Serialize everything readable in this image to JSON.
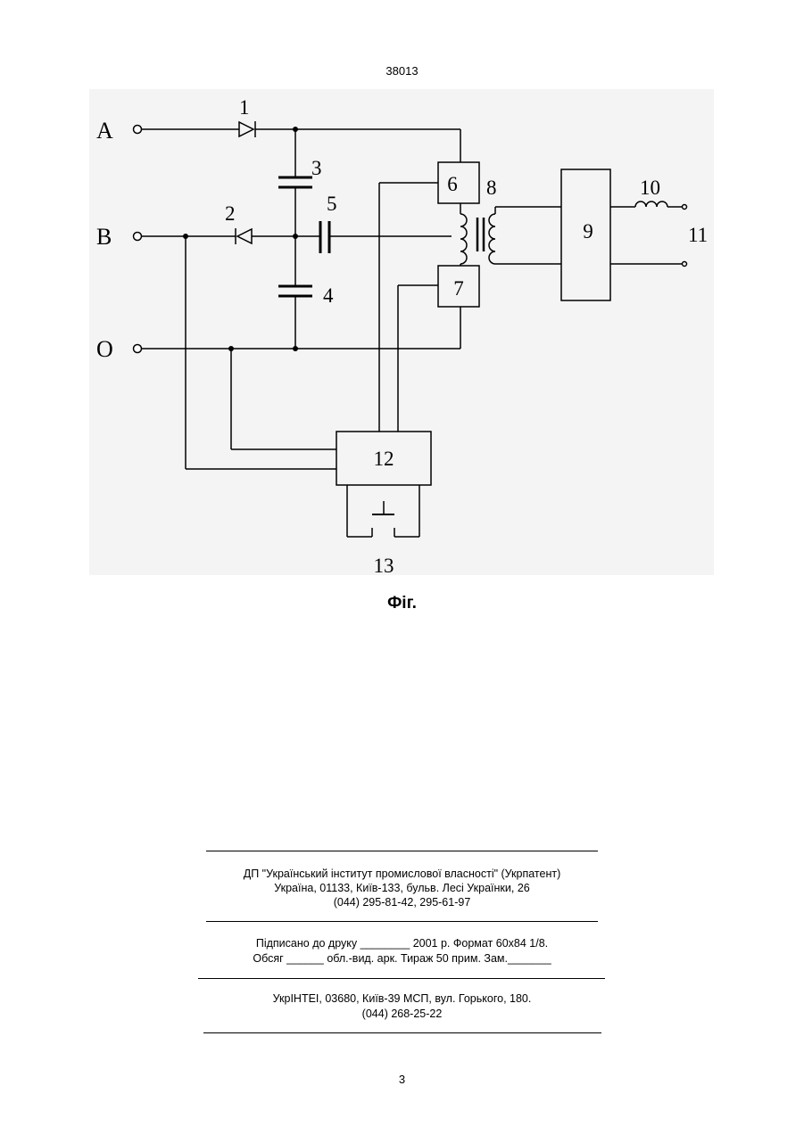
{
  "header": {
    "document_number": "38013"
  },
  "figure": {
    "terminals": {
      "a": "A",
      "b": "B",
      "o": "O"
    },
    "labels": {
      "n1": "1",
      "n2": "2",
      "n3": "3",
      "n4": "4",
      "n5": "5",
      "n6": "6",
      "n7": "7",
      "n8": "8",
      "n9": "9",
      "n10": "10",
      "n11": "11",
      "n12": "12",
      "n13": "13"
    },
    "caption": "Фіг."
  },
  "footer": {
    "publisher_line1": "ДП \"Український інститут промислової власності\" (Укрпатент)",
    "publisher_line2": "Україна, 01133, Київ-133, бульв. Лесі Українки, 26",
    "publisher_line3": "(044) 295-81-42, 295-61-97",
    "print_line1": "Підписано до друку ________ 2001 р.    Формат 60x84 1/8.",
    "print_line2": "Обсяг ______ обл.-вид. арк.   Тираж 50 прим.    Зам._______",
    "printer_line1": "УкрІНТЕІ, 03680, Київ-39 МСП, вул. Горького, 180.",
    "printer_line2": "(044) 268-25-22"
  },
  "page_number": "3"
}
